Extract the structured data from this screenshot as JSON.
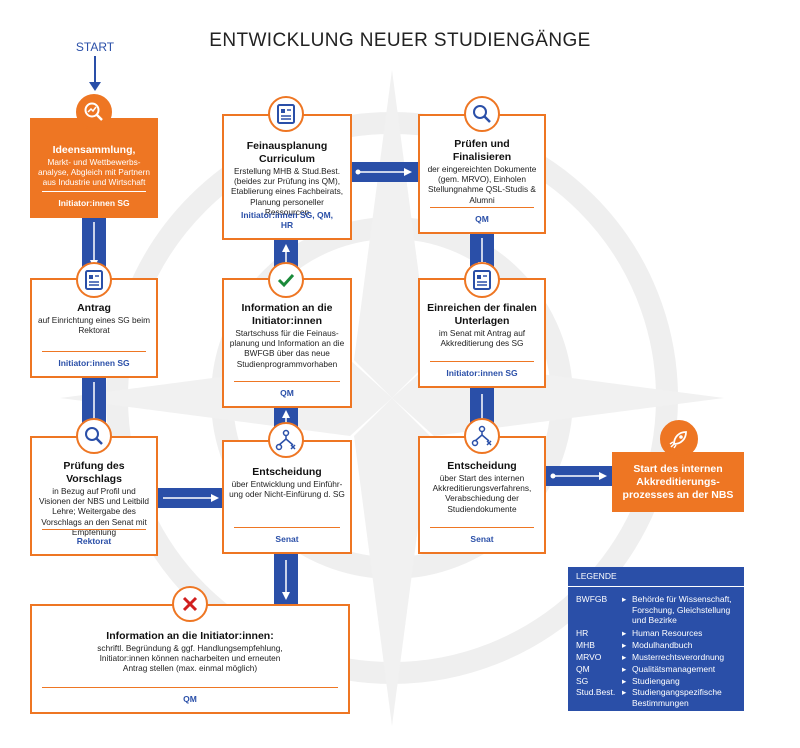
{
  "title": "ENTWICKLUNG NEUER STUDIENGÄNGE",
  "start_label": "START",
  "colors": {
    "orange": "#ee7623",
    "blue": "#2a4fa8"
  },
  "steps": {
    "ideen": {
      "icon": "idea-chart-icon",
      "title": "Ideensammlung,",
      "desc": "Markt- und Wettbewerbs-analyse, Abgleich mit Partnern aus Industrie und Wirtschaft",
      "resp": "Initiator:innen SG"
    },
    "antrag": {
      "icon": "document-icon",
      "title": "Antrag",
      "desc": "auf Einrichtung eines SG beim Rektorat",
      "resp": "Initiator:innen SG"
    },
    "pruefung": {
      "icon": "magnifier-icon",
      "title": "Prüfung des Vorschlags",
      "desc": "in Bezug auf Profil und Visionen der NBS und Leitbild Lehre; Weitergabe des Vorschlags an den Senat mit Empfehlung",
      "resp": "Rektorat"
    },
    "feinausplanung": {
      "icon": "document-icon",
      "title": "Feinausplanung Curriculum",
      "desc": "Erstellung MHB & Stud.Best. (beides zur Prüfung ins QM), Etablierung eines Fachbeirats, Planung personeller Ressourcen",
      "resp": "Initiator:innen SG, QM, HR"
    },
    "information": {
      "icon": "checkmark-icon",
      "title": "Information an die Initiator:innen",
      "desc": "Startschuss für die Feinaus-planung und Information an die BWFGB über das neue Studienprogrammvorhaben",
      "resp": "QM"
    },
    "entscheidung1": {
      "icon": "decision-branch-icon",
      "title": "Entscheidung",
      "desc": "über Entwicklung und Einführ-ung oder Nicht-Einfürung d. SG",
      "resp": "Senat"
    },
    "pruefen": {
      "icon": "magnifier-icon",
      "title": "Prüfen und Finalisieren",
      "desc": "der eingereichten Dokumente (gem. MRVO), Einholen Stellungnahme QSL-Studis & Alumni",
      "resp": "QM"
    },
    "einreichen": {
      "icon": "document-icon",
      "title": "Einreichen der finalen Unterlagen",
      "desc": "im Senat mit Antrag auf Akkreditierung des SG",
      "resp": "Initiator:innen SG"
    },
    "entscheidung2": {
      "icon": "decision-branch-icon",
      "title": "Entscheidung",
      "desc": "über Start des internen Akkreditierungsverfahrens, Verabschiedung der Studiendokumente",
      "resp": "Senat"
    },
    "ablehnung": {
      "icon": "cross-icon",
      "title": "Information an die Initiator:innen:",
      "desc": "schriftl. Begründung & ggf. Handlungsempfehlung, Initiator:innen können nacharbeiten und erneuten Antrag stellen (max. einmal möglich)",
      "resp": "QM"
    },
    "final": {
      "icon": "rocket-icon",
      "title": "Start des internen Akkreditierungs-prozesses an der NBS"
    }
  },
  "legend": {
    "title": "LEGENDE",
    "items": [
      {
        "abbr": "BWFGB",
        "def": "Behörde für Wissenschaft, Forschung, Gleichstellung und Bezirke"
      },
      {
        "abbr": "HR",
        "def": "Human Resources"
      },
      {
        "abbr": "MHB",
        "def": "Modulhandbuch"
      },
      {
        "abbr": "MRVO",
        "def": "Musterrechtsverordnung"
      },
      {
        "abbr": "QM",
        "def": "Qualitätsmanagement"
      },
      {
        "abbr": "SG",
        "def": "Studiengang"
      },
      {
        "abbr": "Stud.Best.",
        "def": "Studiengangspezifische Bestimmungen"
      }
    ]
  }
}
